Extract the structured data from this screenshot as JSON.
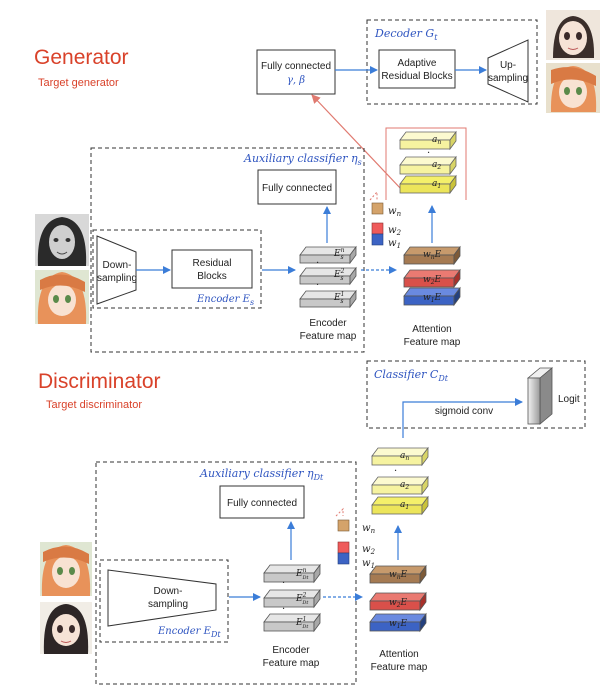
{
  "colors": {
    "title_red": "#d9422a",
    "aux_blue": "#2f55c0",
    "arrow_blue": "#3b7dd8",
    "arrow_red": "#e07a70",
    "att_brown": "#a57a52",
    "att_red": "#d9504a",
    "att_blue": "#3c63c4",
    "feat_yellow": "#f6f3a0",
    "feat_gray": "#c8c8c8"
  },
  "generator": {
    "title": "Generator",
    "subtitle": "Target generator",
    "decoder": {
      "label": "Decoder G",
      "subscript": "t",
      "fc_line1": "Fully connected",
      "fc_line2": "γ, β",
      "adaptive_line1": "Adaptive",
      "adaptive_line2": "Residual Blocks",
      "up_line1": "Up-",
      "up_line2": "sampling"
    },
    "aux": {
      "label": "Auxiliary classifier η",
      "subscript": "s",
      "fc": "Fully connected"
    },
    "encoder": {
      "down_line1": "Down-",
      "down_line2": "sampling",
      "res_line1": "Residual",
      "res_line2": "Blocks",
      "label": "Encoder E",
      "subscript": "s"
    },
    "enc_map_line1": "Encoder",
    "enc_map_line2": "Feature map",
    "att_map_line1": "Attention",
    "att_map_line2": "Feature map",
    "enc_layers": [
      "E",
      "E",
      "E"
    ],
    "enc_layer_sub": "s",
    "enc_layer_sup": [
      "n",
      "2",
      "1"
    ],
    "weights": [
      "w",
      "w",
      "w"
    ],
    "weight_sub": [
      "n",
      "2",
      "1"
    ],
    "att_layers": [
      "w",
      "w",
      "w"
    ],
    "att_layer_sub": [
      "n",
      "2",
      "1"
    ],
    "att_layer_E": "E",
    "a_layers": [
      "a",
      "a",
      "a"
    ],
    "a_sub": [
      "n",
      "2",
      "1"
    ]
  },
  "discriminator": {
    "title": "Discriminator",
    "subtitle": "Target discriminator",
    "classifier": {
      "label": "Classifier C",
      "subscript": "Dt",
      "conv": "sigmoid conv",
      "logit": "Logit"
    },
    "aux": {
      "label": "Auxiliary classifier η",
      "subscript": "Dt",
      "fc": "Fully connected"
    },
    "encoder": {
      "down_line1": "Down-",
      "down_line2": "sampling",
      "label": "Encoder E",
      "subscript": "Dt"
    },
    "enc_map_line1": "Encoder",
    "enc_map_line2": "Feature map",
    "att_map_line1": "Attention",
    "att_map_line2": "Feature map",
    "enc_layer_sub": "Dt",
    "enc_layer_sup": [
      "n",
      "2",
      "1"
    ],
    "weights": [
      "w",
      "w",
      "w"
    ],
    "weight_sub": [
      "n",
      "2",
      "1"
    ],
    "a_sub": [
      "n",
      "2",
      "1"
    ]
  },
  "dot": "·"
}
